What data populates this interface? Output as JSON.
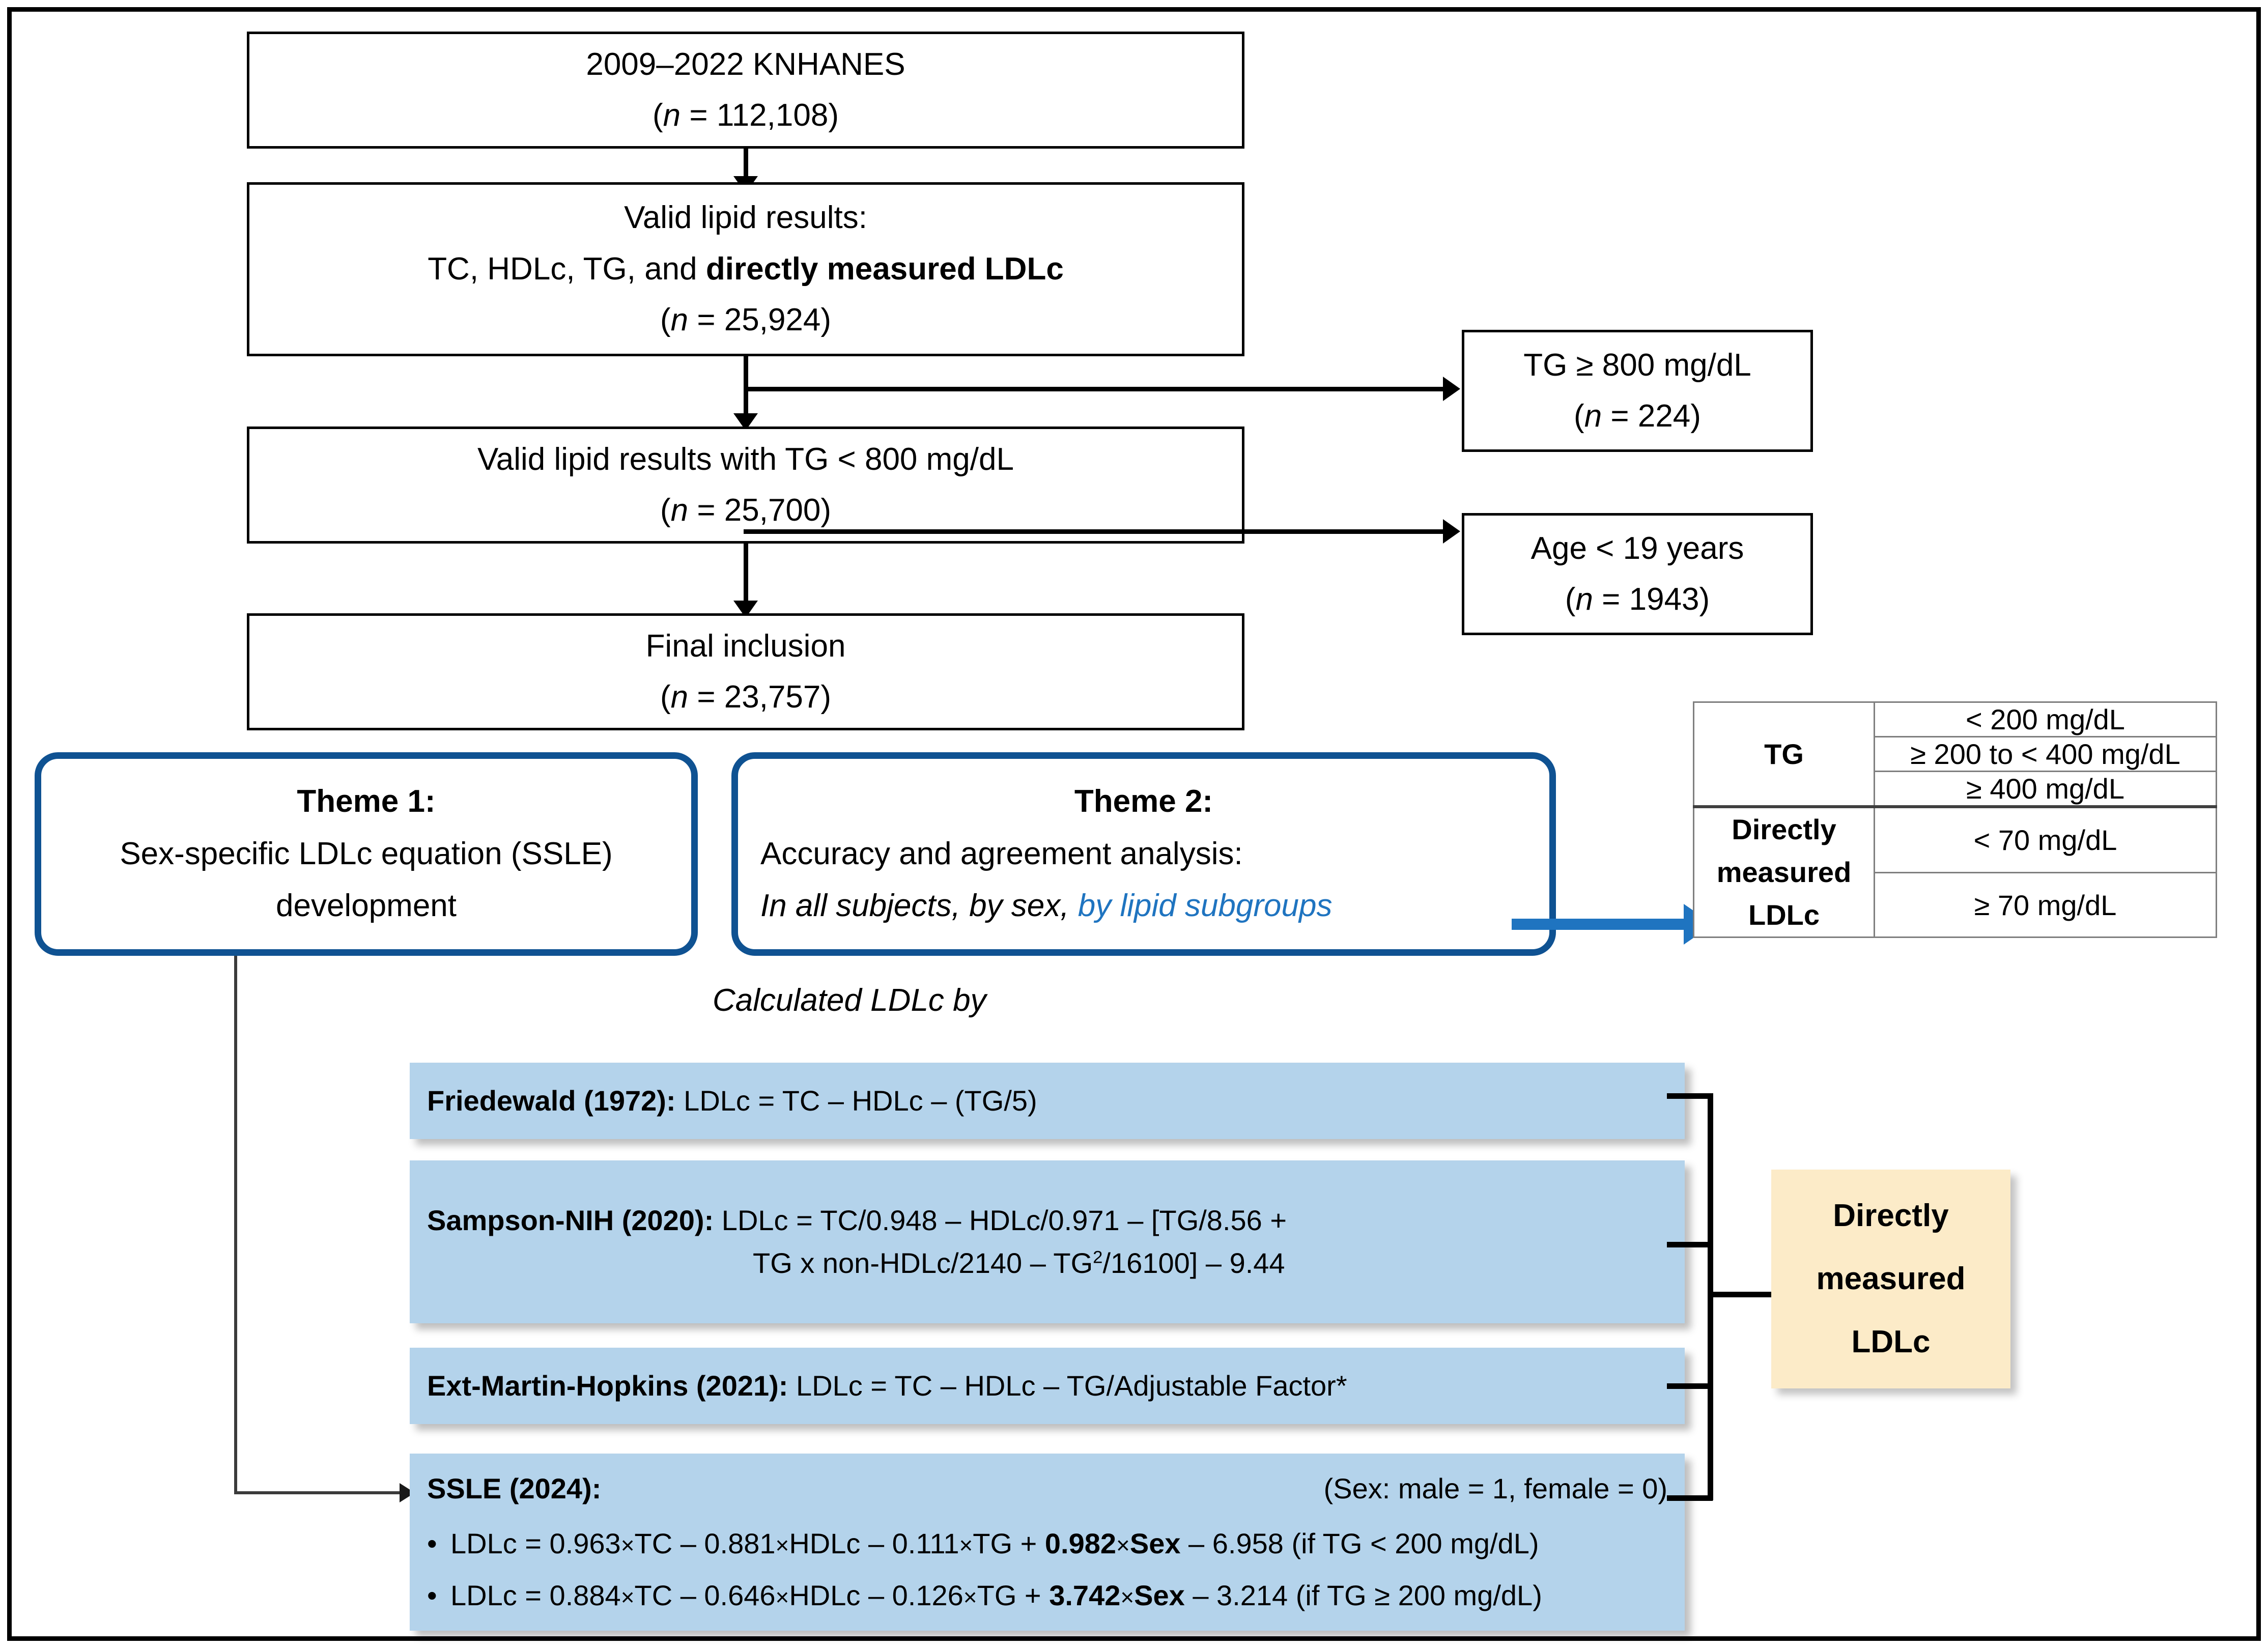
{
  "flow": {
    "box1": {
      "line1": "2009–2022 KNHANES",
      "line2_pre": "(",
      "line2_n": "n",
      "line2_post": " = 112,108)"
    },
    "box2": {
      "line1": "Valid lipid results:",
      "line2_a": "TC, HDLc, TG, and ",
      "line2_b": "directly measured LDLc",
      "line3_pre": "(",
      "line3_n": "n",
      "line3_post": " = 25,924)"
    },
    "box3": {
      "line1": "Valid lipid results with TG < 800 mg/dL",
      "line2_pre": "(",
      "line2_n": "n",
      "line2_post": " = 25,700)"
    },
    "box4": {
      "line1": "Final inclusion",
      "line2_pre": "(",
      "line2_n": "n",
      "line2_post": " = 23,757)"
    },
    "excl1": {
      "line1": "TG ≥ 800 mg/dL",
      "line2_pre": "(",
      "line2_n": "n",
      "line2_post": " = 224)"
    },
    "excl2": {
      "line1": "Age < 19 years",
      "line2_pre": "(",
      "line2_n": "n",
      "line2_post": " = 1943)"
    }
  },
  "themes": {
    "theme1": {
      "title": "Theme 1:",
      "line1": "Sex-specific LDLc equation (SSLE)",
      "line2": "development"
    },
    "theme2": {
      "title": "Theme 2:",
      "line1": "Accuracy and agreement analysis:",
      "line2_plain": "In all subjects, by sex, ",
      "line2_accent": "by lipid subgroups"
    }
  },
  "subgroup_table": {
    "rows": [
      {
        "head": "TG",
        "head_rowspan": 3,
        "value": "< 200 mg/dL"
      },
      {
        "value": "≥ 200 to < 400 mg/dL"
      },
      {
        "value": "≥ 400 mg/dL"
      },
      {
        "head_l1": "Directly",
        "head_l2": "measured",
        "head_l3": "LDLc",
        "head_rowspan": 2,
        "value": "< 70 mg/dL"
      },
      {
        "value": "≥ 70 mg/dL"
      }
    ]
  },
  "calc_label": "Calculated LDLc by",
  "formulas": {
    "friedewald": {
      "name": "Friedewald (1972):",
      "equation": " LDLc = TC – HDLc – (TG/5)"
    },
    "sampson": {
      "name": "Sampson-NIH (2020):",
      "equation_line1": " LDLc = TC/0.948 – HDLc/0.971 – [TG/8.56 +",
      "equation_line2_a": "TG x non-HDLc/2140 – TG",
      "equation_line2_sup": "2",
      "equation_line2_b": "/16100] – 9.44"
    },
    "emh": {
      "name": "Ext-Martin-Hopkins (2021):",
      "equation": " LDLc = TC – HDLc – TG/Adjustable Factor*"
    },
    "ssle": {
      "name": "SSLE (2024):",
      "note": "(Sex: male = 1, female = 0)",
      "bullets": [
        {
          "pre": "LDLc = 0.963",
          "x1": "×",
          "mid1": "TC – 0.881",
          "x2": "×",
          "mid2": "HDLc – 0.111",
          "x3": "×",
          "mid3": "TG + ",
          "coef_bold": "0.982",
          "x4": "×",
          "mid4_bold": "Sex",
          "tail": " – 6.958 (if TG < 200 mg/dL)"
        },
        {
          "pre": "LDLc = 0.884",
          "x1": "×",
          "mid1": "TC – 0.646",
          "x2": "×",
          "mid2": "HDLc – 0.126",
          "x3": "×",
          "mid3": "TG + ",
          "coef_bold": "3.742",
          "x4": "×",
          "mid4_bold": "Sex",
          "tail": " – 3.214 (if TG ≥ 200 mg/dL)"
        }
      ]
    }
  },
  "reference_box": {
    "l1": "Directly",
    "l2": "measured",
    "l3": "LDLc"
  },
  "colors": {
    "theme_border": "#0F5292",
    "accent_blue": "#1F74C0",
    "formula_fill": "#B4D3EB",
    "reference_fill": "#FCEBC8"
  }
}
